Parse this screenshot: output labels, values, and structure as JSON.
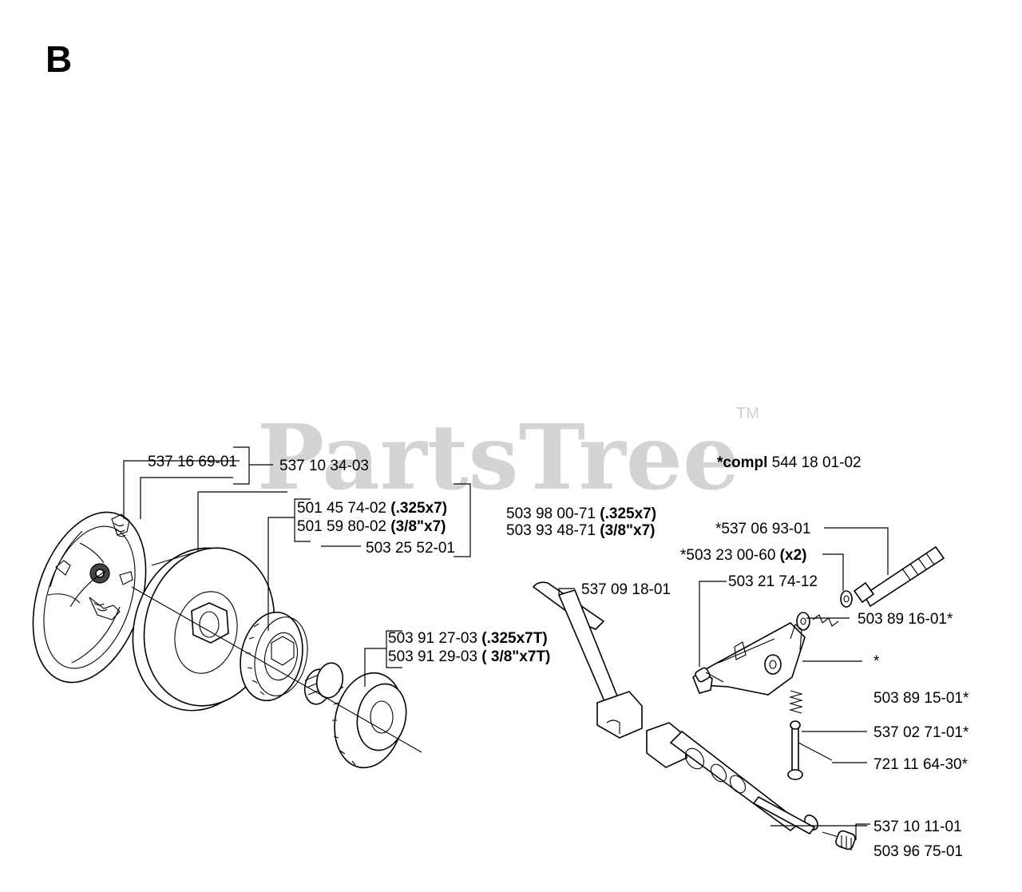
{
  "section_letter": "B",
  "watermark": {
    "text": "PartsTree",
    "trademark": "TM"
  },
  "labels": {
    "p537166901": "537 16 69-01",
    "p537103403": "537 10 34-03",
    "p501457402": "501 45 74-02",
    "p501457402_spec": "(.325x7)",
    "p501598002": "501 59 80-02",
    "p501598002_spec": "(3/8\"x7)",
    "p503255201": "503 25 52-01",
    "p503912703": "503 91 27-03",
    "p503912703_spec": "(.325x7T)",
    "p503912903": "503 91 29-03",
    "p503912903_spec": "( 3/8\"x7T)",
    "p503980071": "503 98 00-71",
    "p503980071_spec": "(.325x7)",
    "p503934871": "503 93 48-71",
    "p503934871_spec": "(3/8\"x7)",
    "compl_prefix": "*compl",
    "compl_number": "544 18 01-02",
    "p537069301": "*537 06 93-01",
    "p503230060": "*503 23 00-60",
    "p503230060_qty": "(x2)",
    "p503217412": "503 21 74-12",
    "p537091801": "537 09 18-01",
    "p503891601": "503 89 16-01*",
    "asterisk": "*",
    "p503891501": "503 89 15-01*",
    "p537027101": "537 02 71-01*",
    "p721116430": "721 11 64-30*",
    "p537101101": "537 10 11-01",
    "p503967501": "503 96 75-01"
  }
}
